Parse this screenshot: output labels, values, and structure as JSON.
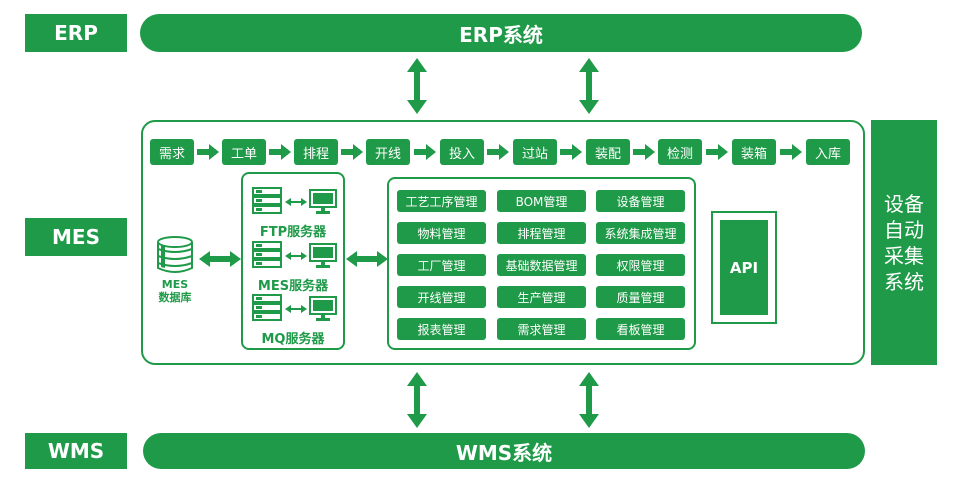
{
  "colors": {
    "primary": "#1f9a48",
    "background": "#ffffff"
  },
  "layers": {
    "erp": {
      "label": "ERP",
      "bar": "ERP系统"
    },
    "mes": {
      "label": "MES"
    },
    "wms": {
      "label": "WMS",
      "bar": "WMS系统"
    }
  },
  "process_steps": [
    "需求",
    "工单",
    "排程",
    "开线",
    "投入",
    "过站",
    "装配",
    "检测",
    "装箱",
    "入库"
  ],
  "database": {
    "line1": "MES",
    "line2": "数据库"
  },
  "servers": [
    "FTP服务器",
    "MES服务器",
    "MQ服务器"
  ],
  "modules": [
    "工艺工序管理",
    "BOM管理",
    "设备管理",
    "物料管理",
    "排程管理",
    "系统集成管理",
    "工厂管理",
    "基础数据管理",
    "权限管理",
    "开线管理",
    "生产管理",
    "质量管理",
    "报表管理",
    "需求管理",
    "看板管理"
  ],
  "api": {
    "label": "API"
  },
  "equipment": {
    "lines": [
      "设备",
      "自动",
      "采集",
      "系统"
    ]
  },
  "icons": [
    "double-arrow-icon",
    "arrow-right-icon",
    "server-rack-icon",
    "monitor-icon",
    "database-icon"
  ]
}
